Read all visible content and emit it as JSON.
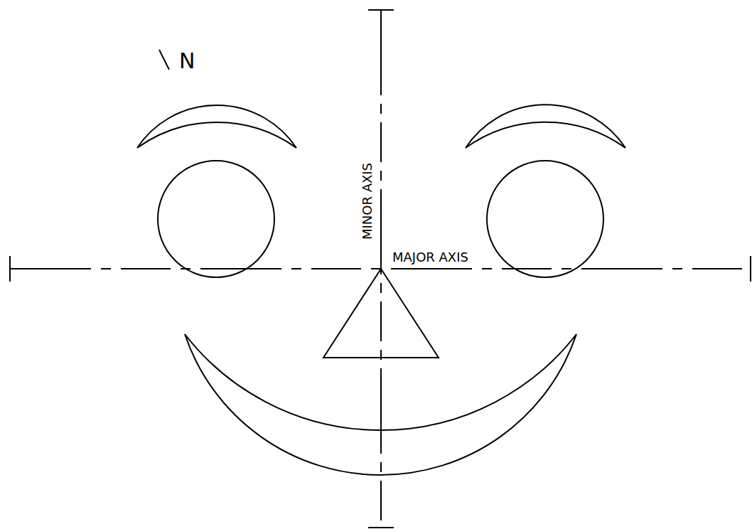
{
  "diagram": {
    "labels": [
      "N",
      "MINOR AXIS",
      "MAJOR AXIS"
    ]
  }
}
